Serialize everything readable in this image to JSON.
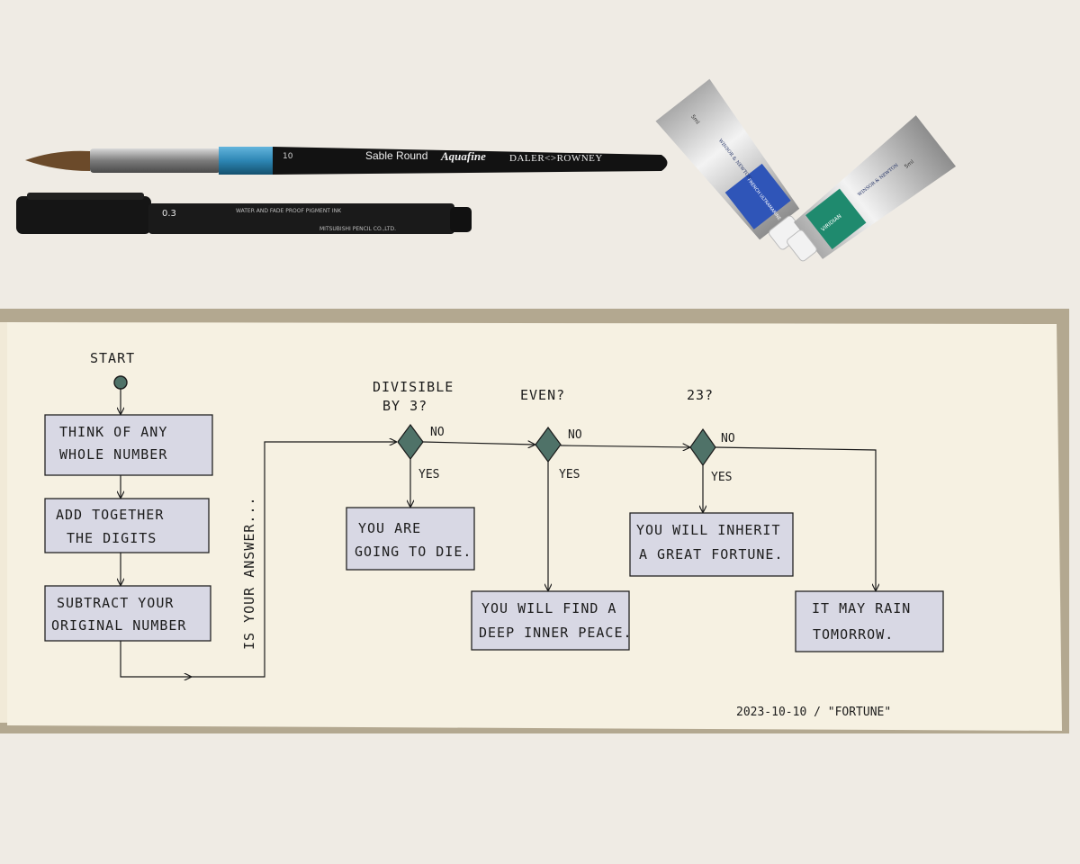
{
  "brush": {
    "size": "10",
    "name": "Sable Round",
    "series": "Aquafine",
    "brand": "DALER<>ROWNEY",
    "colors": {
      "ferrule": "#8e8e8e",
      "band": "#2d86b4",
      "handle": "#121212",
      "hair": "#6b4a2a"
    }
  },
  "pen": {
    "size": "0.3",
    "line1": "WATER AND FADE PROOF PIGMENT INK",
    "line2": "MITSUBISHI PENCIL CO.,LTD."
  },
  "tubes": [
    {
      "name": "blue-tube",
      "brand": "WINSOR & NEWTON",
      "color_name": "FRENCH ULTRAMARINE",
      "volume": "5ml",
      "label_color": "#2f55b8"
    },
    {
      "name": "green-tube",
      "brand": "WINSOR & NEWTON",
      "color_name": "VIRIDIAN",
      "volume": "5ml",
      "label_color": "#1f8a6e"
    }
  ],
  "flowchart": {
    "start_label": "START",
    "steps": [
      {
        "line1": "THINK OF ANY",
        "line2": "WHOLE NUMBER"
      },
      {
        "line1": "ADD TOGETHER",
        "line2": "THE DIGITS"
      },
      {
        "line1": "SUBTRACT YOUR",
        "line2": "ORIGINAL NUMBER"
      }
    ],
    "question": "IS YOUR ANSWER...",
    "decisions": [
      {
        "line1": "DIVISIBLE",
        "line2": "BY 3?",
        "no": "NO",
        "yes": "YES"
      },
      {
        "line1": "EVEN?",
        "line2": "",
        "no": "NO",
        "yes": "YES"
      },
      {
        "line1": "23?",
        "line2": "",
        "no": "NO",
        "yes": "YES"
      }
    ],
    "outcomes": [
      {
        "line1": "YOU ARE",
        "line2": "GOING TO DIE."
      },
      {
        "line1": "YOU WILL FIND A",
        "line2": "DEEP INNER PEACE."
      },
      {
        "line1": "YOU WILL INHERIT",
        "line2": "A GREAT FORTUNE."
      },
      {
        "line1": "IT MAY RAIN",
        "line2": "TOMORROW."
      }
    ],
    "signature": "2023-10-10 / \"FORTUNE\""
  },
  "colors": {
    "table": "#efebe4",
    "paper": "#f6f1e2",
    "box_wash": "#d8d8e4",
    "diamond": "#4f7268",
    "cover": "#b3a890"
  }
}
